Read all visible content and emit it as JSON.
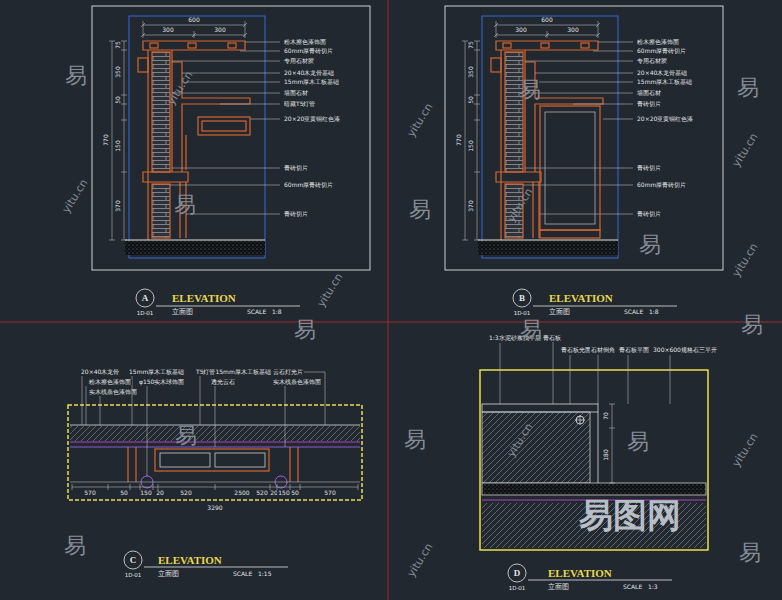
{
  "diagram": {
    "labels": [
      "600",
      "300",
      "300",
      "75",
      "350",
      "50",
      "150",
      "770",
      "370",
      "粉木擦色漆饰面",
      "60mm厚青砖切片",
      "专用石材胶",
      "20×40木龙骨基础",
      "15mm厚木工板基础",
      "墙面石材",
      "暗藏T5灯管",
      "20×20亚黄铜红色漆",
      "青砖切片",
      "60mm厚青砖切片",
      "青砖切片",
      "A",
      "1D-01",
      "ELEVATION",
      "立面图",
      "SCALE",
      "1:8",
      "600",
      "300",
      "300",
      "75",
      "350",
      "50",
      "150",
      "770",
      "370",
      "粉木擦色漆饰面",
      "60mm厚青砖切片",
      "专用石材胶",
      "20×40木龙骨基础",
      "15mm厚木工板基础",
      "墙面石材",
      "青砖切片",
      "20×20亚黄铜红色漆",
      "青砖切片",
      "60mm厚青砖切片",
      "青砖切片",
      "B",
      "1D-01",
      "ELEVATION",
      "立面图",
      "SCALE",
      "1:8",
      "20×40木龙骨",
      "粉木擦色漆饰面",
      "实木线条色漆饰面",
      "15mm厚木工板基础",
      "φ150实木球饰面",
      "T5灯管15mm厚木工板基础",
      "透光云石",
      "云石灯光片",
      "实木线条色漆饰面",
      "570",
      "50",
      "150",
      "20",
      "520",
      "2500",
      "520",
      "20",
      "150",
      "50",
      "570",
      "3290",
      "C",
      "1D-01",
      "ELEVATION",
      "立面图",
      "SCALE",
      "1:15",
      "1:3水泥砂浆找平层",
      "青石板",
      "青石板光面",
      "石材倒角",
      "青石板平面",
      "300×600规格石三平开",
      "70",
      "180",
      "D",
      "1D-01",
      "ELEVATION",
      "立面图",
      "SCALE",
      "1:3",
      "易",
      "易",
      "易",
      "易",
      "易",
      "易",
      "易",
      "易",
      "易",
      "易",
      "易",
      "易",
      "易",
      "易",
      "yitu.cn",
      "yitu.cn",
      "yitu.cn",
      "yitu.cn",
      "yitu.cn",
      "yitu.cn",
      "yitu.cn",
      "yitu.cn",
      "yitu.cn",
      "yitu.cn",
      "易图网"
    ]
  }
}
